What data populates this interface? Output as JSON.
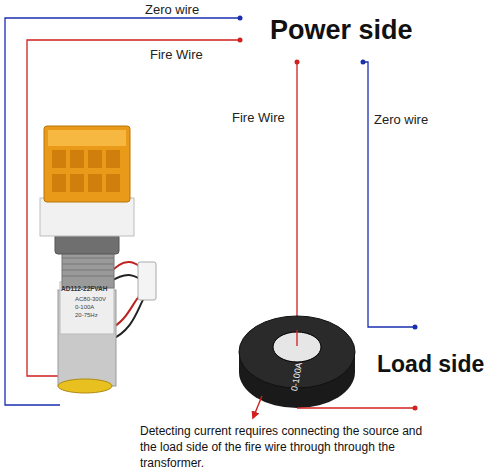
{
  "diagram": {
    "caption": "Detecting current requires connecting the source and the load side of the fire wire through through the transformer.",
    "labels": [
      "Zero wire",
      "Fire Wire",
      "Power side",
      "Fire Wire",
      "Zero wire",
      "Load side",
      "AD112-22FVAH",
      "AC80-300V",
      "0-100A",
      "20-75Hz",
      "0-100A"
    ]
  }
}
